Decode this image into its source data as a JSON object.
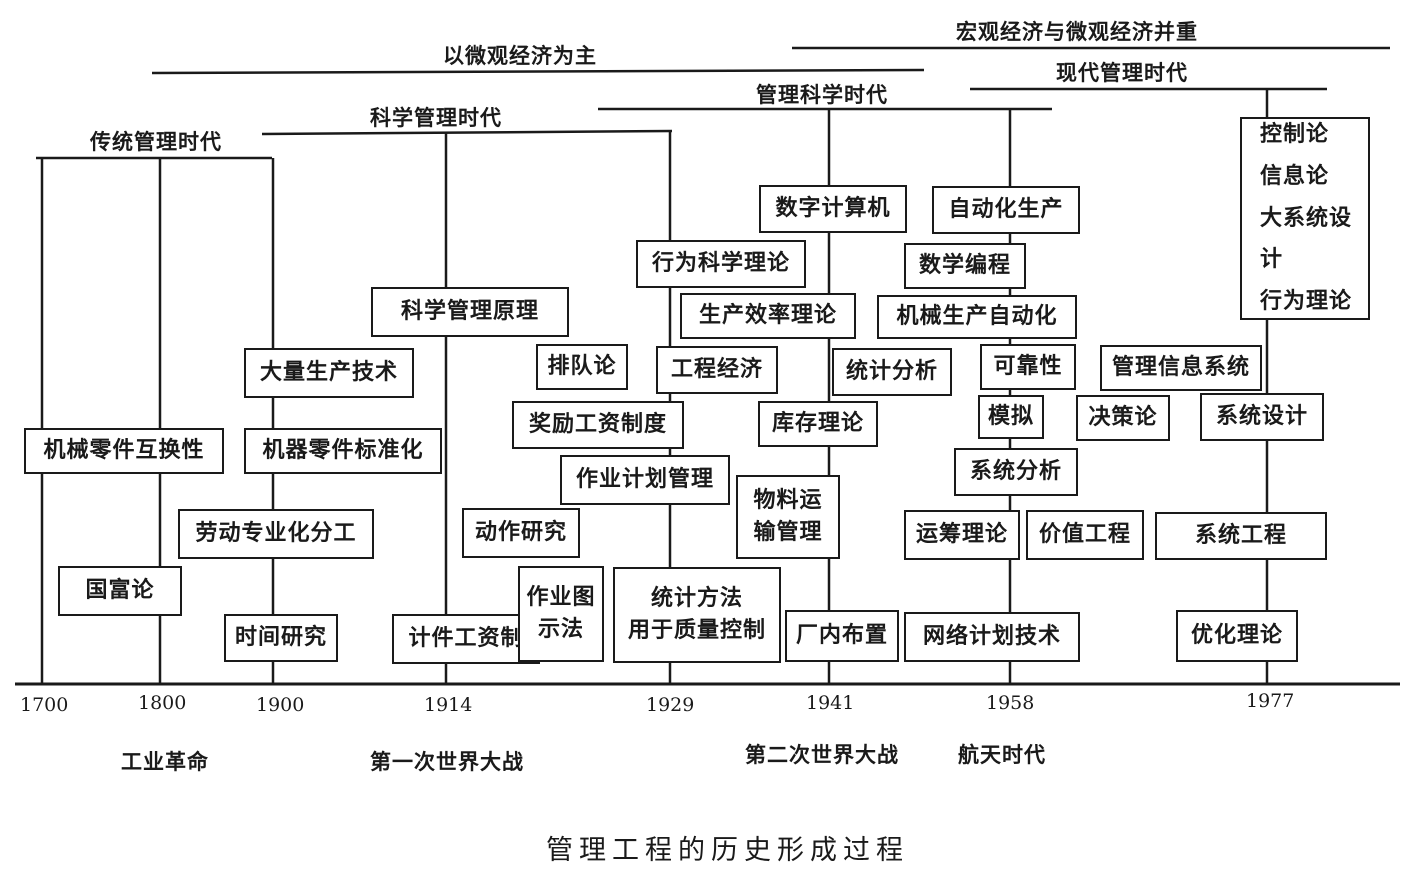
{
  "caption": "管理工程的历史形成过程",
  "eras": {
    "macro_micro": "宏观经济与微观经济并重",
    "micro_main": "以微观经济为主",
    "modern_mgmt": "现代管理时代",
    "mgmt_science": "管理科学时代",
    "sci_mgmt": "科学管理时代",
    "traditional": "传统管理时代"
  },
  "years": [
    "1700",
    "1800",
    "1900",
    "1914",
    "1929",
    "1941",
    "1958",
    "1977"
  ],
  "events": {
    "industrial_revolution": "工业革命",
    "ww1": "第一次世界大战",
    "ww2": "第二次世界大战",
    "space_age": "航天时代"
  },
  "boxes": {
    "interchangeable_parts": "机械零件互换性",
    "wealth_of_nations": "国富论",
    "mass_production": "大量生产技术",
    "machine_standardization": "机器零件标准化",
    "division_of_labor": "劳动专业化分工",
    "time_study": "时间研究",
    "sci_mgmt_principles": "科学管理原理",
    "queuing": "排队论",
    "incentive_wage": "奖励工资制度",
    "motion_study": "动作研究",
    "piece_rate": "计件工资制",
    "process_chart": "作业图\n示法",
    "behavioral_theory": "行为科学理论",
    "productivity_theory": "生产效率理论",
    "engineering_economics": "工程经济",
    "work_scheduling": "作业计划管理",
    "sqc": "统计方法\n用于质量控制",
    "digital_computer": "数字计算机",
    "statistical_analysis": "统计分析",
    "inventory_theory": "库存理论",
    "material_handling": "物料运\n输管理",
    "plant_layout": "厂内布置",
    "automated_production": "自动化生产",
    "math_programming": "数学编程",
    "mech_automation": "机械生产自动化",
    "reliability": "可靠性",
    "simulation": "模拟",
    "systems_analysis": "系统分析",
    "operations_research": "运筹理论",
    "value_engineering": "价值工程",
    "network_planning": "网络计划技术",
    "mis": "管理信息系统",
    "decision_theory": "决策论",
    "systems_design": "系统设计",
    "systems_engineering": "系统工程",
    "optimization": "优化理论",
    "modern_theories": "控制论\n信息论\n大系统设计\n行为理论"
  }
}
